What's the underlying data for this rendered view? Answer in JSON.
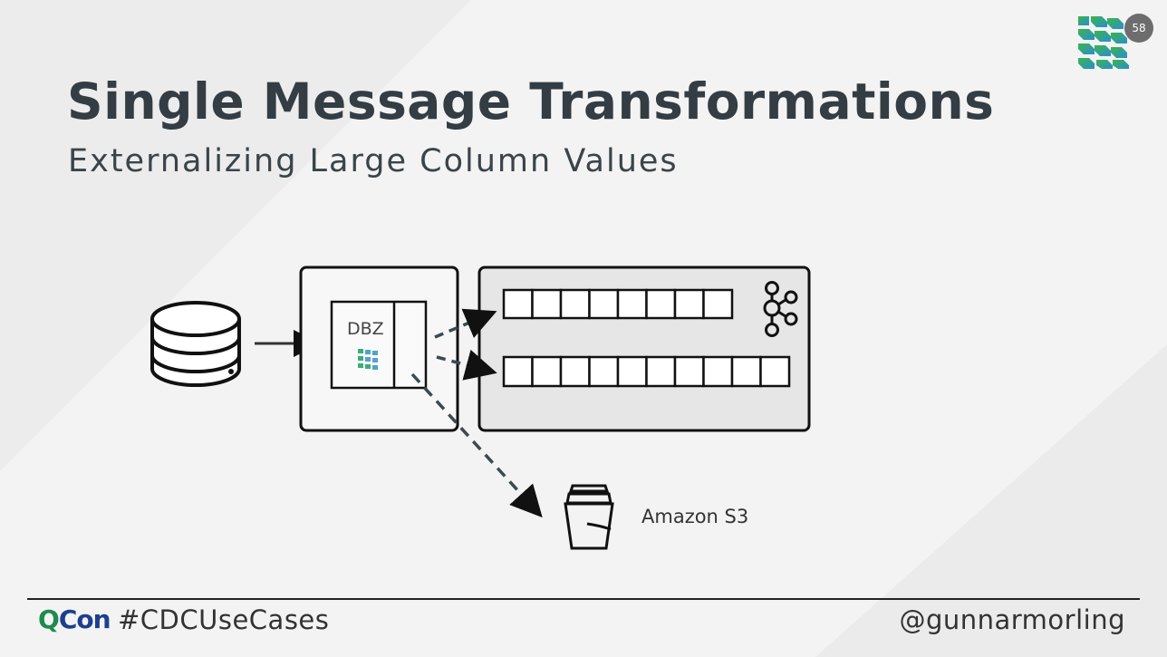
{
  "slide": {
    "title": "Single Message Transformations",
    "subtitle": "Externalizing Large Column Values",
    "number": "58"
  },
  "diagram": {
    "connector_label": "DBZ",
    "storage_label": "Amazon S3",
    "topics": [
      {
        "cells": 8
      },
      {
        "cells": 10
      }
    ]
  },
  "footer": {
    "logo_q": "Q",
    "logo_con": "Con",
    "hashtag": "#CDCUseCases",
    "handle": "@gunnarmorling"
  },
  "colors": {
    "broker_fill": "#e6e6e6",
    "stroke": "#111111",
    "arrow_dashed": "#3c4a4f",
    "logo_green": "#2fb873",
    "logo_blue": "#3e86c7"
  }
}
